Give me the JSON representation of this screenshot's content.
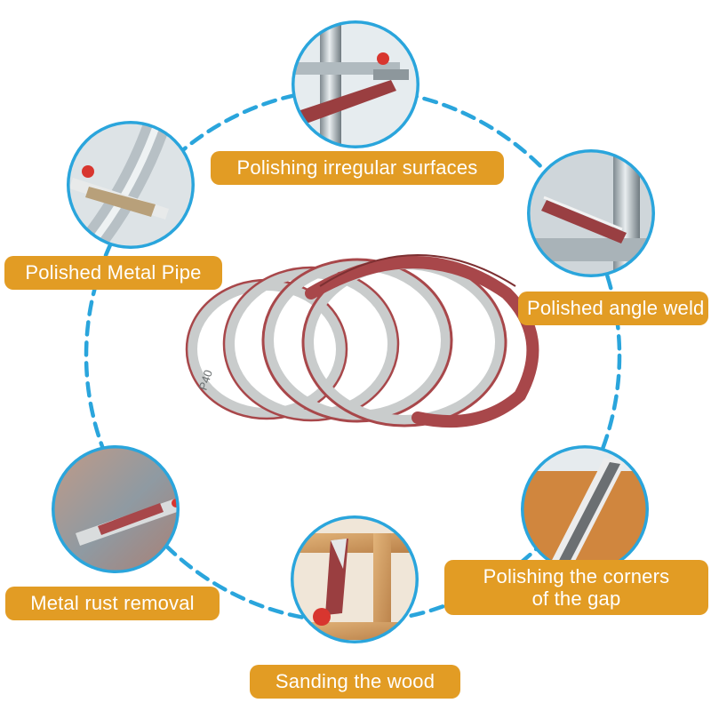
{
  "labels": {
    "irregular": "Polishing irregular surfaces",
    "pipe": "Polished Metal Pipe",
    "angle_weld": "Polished angle weld",
    "rust": "Metal rust removal",
    "wood": "Sanding the wood",
    "corners_line1": "Polishing the corners",
    "corners_line2": "of the gap"
  },
  "belt_print": "P40",
  "colors": {
    "ring": "#2aa5dc",
    "label_bg": "#e29c24",
    "label_text": "#ffffff",
    "belt_abrasive": "#a8474a",
    "belt_backing": "#c9cccc"
  }
}
